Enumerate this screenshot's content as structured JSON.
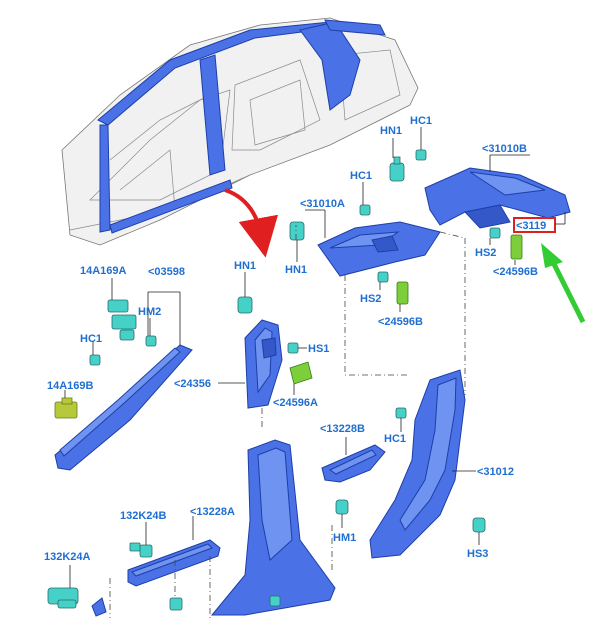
{
  "labels": {
    "c31010b": "<31010B",
    "hn1_top": "HN1",
    "hc1_top": "HC1",
    "hc1_mid": "HC1",
    "c31010a": "<31010A",
    "hn1_mid": "HN1",
    "c3119_highlight": "<3119",
    "hs2_right": "HS2",
    "c24596b": "<24596B",
    "hs2_mid": "HS2",
    "c24596b_mid": "<24596B",
    "hn1_left": "HN1",
    "hs1": "HS1",
    "c24356": "<24356",
    "c24596a": "<24596A",
    "a14a169a": "14A169A",
    "c03598": "<03598",
    "hm2": "HM2",
    "hc1_left": "HC1",
    "a14a169b": "14A169B",
    "c13228b": "<13228B",
    "hc1_lower": "HC1",
    "c31012": "<31012",
    "hm1": "HM1",
    "hs3": "HS3",
    "a132k24b": "132K24B",
    "c13228a": "<13228A",
    "a132k24a": "132K24A"
  },
  "colors": {
    "part_blue": "#4a72e6",
    "label_blue": "#1f6fd1",
    "clip_cyan": "#45d0c8",
    "clip_green": "#7ccf3a",
    "highlight_red": "#e02020",
    "arrow_red": "#e02020",
    "arrow_green": "#33cc33"
  }
}
